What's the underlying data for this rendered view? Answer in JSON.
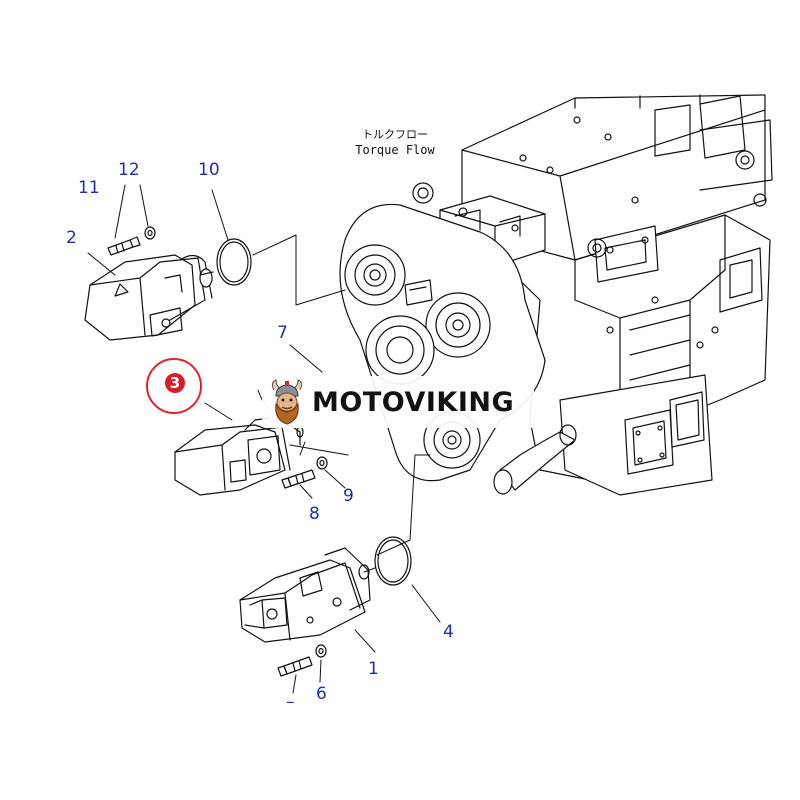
{
  "diagram": {
    "heading_jp": "トルクフロー",
    "heading_en": "Torque Flow",
    "part_labels": {
      "p1": "1",
      "p2": "2",
      "p3": "3",
      "p4": "4",
      "p5": "–",
      "p6": "6",
      "p7": "7",
      "p8": "8",
      "p9": "9",
      "p10": "10",
      "p11": "11",
      "p12": "12"
    },
    "label_color": "#1f2fa8",
    "highlight_color": "#e0252b"
  },
  "watermark": {
    "brand": "MOTOVIKING",
    "logo_icon": "viking-head-icon"
  }
}
